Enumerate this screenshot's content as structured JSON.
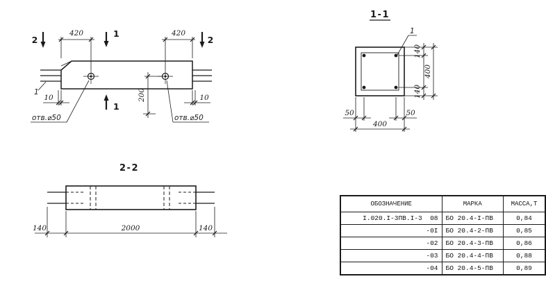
{
  "colors": {
    "ink": "#1a1a1a",
    "paper": "#ffffff"
  },
  "plan": {
    "dim_420": "420",
    "section_mark_1": "1",
    "section_mark_2": "2",
    "dim_200": "200",
    "dim_10": "10",
    "hole_label": "отв.⌀50",
    "rebar_label": "1"
  },
  "section11": {
    "title": "1-1",
    "rebar_label": "1",
    "dim_right_top": "140",
    "dim_right_overall": "400",
    "dim_right_bottom": "140",
    "dim_cover_left": "50",
    "dim_cover_right": "50",
    "dim_width": "400"
  },
  "section22": {
    "title": "2-2",
    "dim_end_left": "140",
    "dim_length": "2000",
    "dim_end_right": "140"
  },
  "table": {
    "headers": [
      "ОБОЗНАЧЕНИЕ",
      "МАРКА",
      "МАССА,Т"
    ],
    "rows": [
      {
        "designation": "I.020.I-3ПВ.I-3  08",
        "mark": "БО 20.4-I-ПВ",
        "mass": "0,84"
      },
      {
        "designation": "-0I",
        "mark": "БО 20.4-2-ПВ",
        "mass": "0,85"
      },
      {
        "designation": "-02",
        "mark": "БО 20.4-3-ПВ",
        "mass": "0,86"
      },
      {
        "designation": "-03",
        "mark": "БО 20.4-4-ПВ",
        "mass": "0,88"
      },
      {
        "designation": "-04",
        "mark": "БО 20.4-5-ПВ",
        "mass": "0,89"
      }
    ]
  }
}
